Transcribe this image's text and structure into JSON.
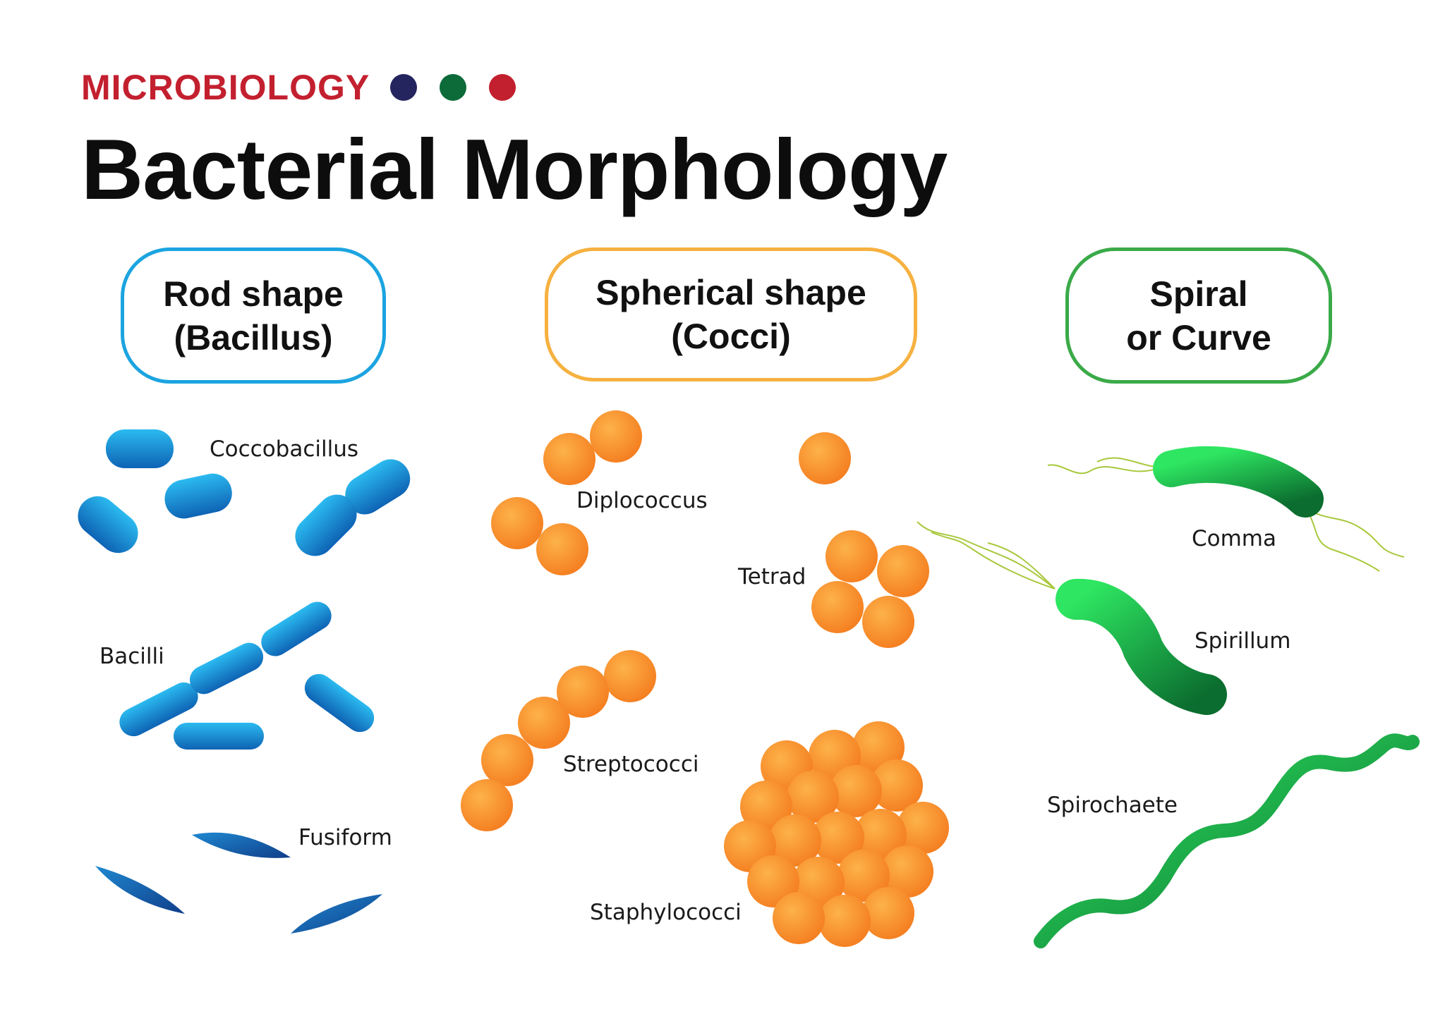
{
  "header": {
    "kicker": "MICROBIOLOGY",
    "title": "Bacterial Morphology",
    "dot_colors": [
      "#24245f",
      "#0d6b3a",
      "#c3202f"
    ]
  },
  "categories": [
    {
      "line1": "Rod shape",
      "line2": "(Bacillus)",
      "border_color": "#1ba4e0"
    },
    {
      "line1": "Spherical shape",
      "line2": "(Cocci)",
      "border_color": "#f6b140"
    },
    {
      "line1": "Spiral",
      "line2": "or Curve",
      "border_color": "#3aaa48"
    }
  ],
  "labels": {
    "coccobacillus": "Coccobacillus",
    "bacilli": "Bacilli",
    "fusiform": "Fusiform",
    "diplococcus": "Diplococcus",
    "tetrad": "Tetrad",
    "streptococci": "Streptococci",
    "staphylococci": "Staphylococci",
    "comma": "Comma",
    "spirillum": "Spirillum",
    "spirochaete": "Spirochaete"
  },
  "colors": {
    "rod_light": "#22b2ea",
    "rod_dark": "#0d5aa8",
    "coccus_light": "#fbb040",
    "coccus_dark": "#f57f20",
    "spiral_light": "#27e35a",
    "spiral_dark": "#0e7a34",
    "flagella": "#a8c83c"
  }
}
